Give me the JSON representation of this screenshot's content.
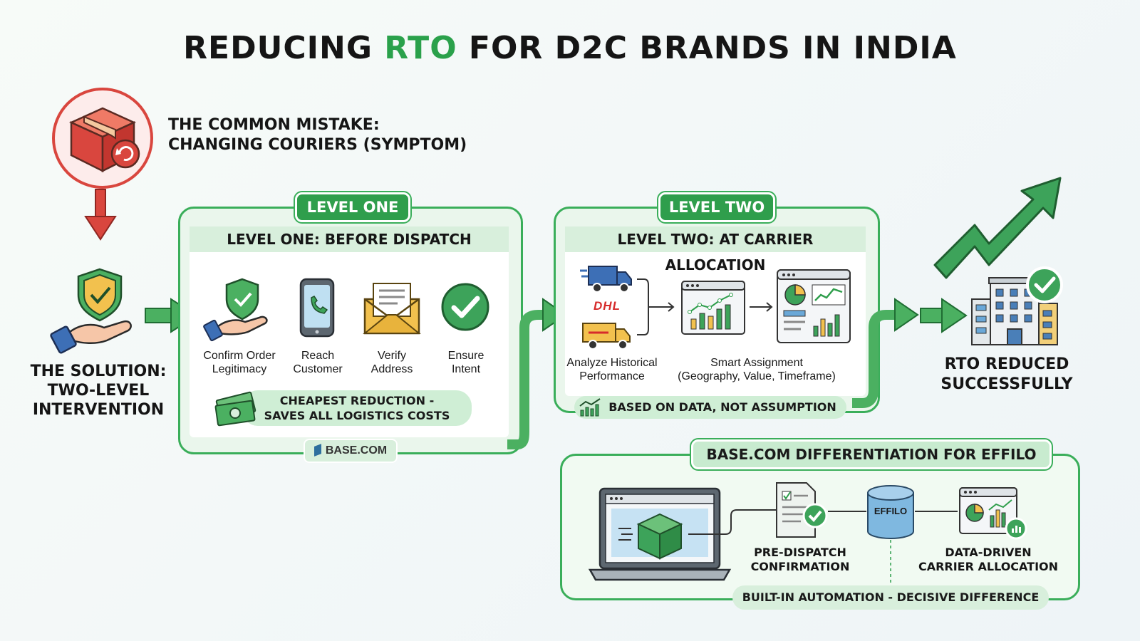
{
  "title": {
    "pre": "REDUCING ",
    "accent": "RTO",
    "post": " FOR D2C BRANDS IN INDIA"
  },
  "mistake": {
    "line1": "THE COMMON MISTAKE:",
    "line2": "CHANGING COURIERS (SYMPTOM)"
  },
  "solution": {
    "line1": "THE SOLUTION:",
    "line2": "TWO-LEVEL",
    "line3": "INTERVENTION"
  },
  "level_one": {
    "tab": "LEVEL ONE",
    "band": "LEVEL ONE: BEFORE DISPATCH",
    "steps": [
      {
        "l1": "Confirm Order",
        "l2": "Legitimacy",
        "icon": "shield-hand-icon"
      },
      {
        "l1": "Reach",
        "l2": "Customer",
        "icon": "phone-icon"
      },
      {
        "l1": "Verify",
        "l2": "Address",
        "icon": "envelope-icon"
      },
      {
        "l1": "Ensure",
        "l2": "Intent",
        "icon": "check-circle-icon"
      }
    ],
    "pill_l1": "CHEAPEST REDUCTION -",
    "pill_l2": "SAVES ALL LOGISTICS COSTS",
    "badge": "BASE.COM"
  },
  "level_two": {
    "tab": "LEVEL TWO",
    "band": "LEVEL TWO: AT CARRIER ALLOCATION",
    "carrier_label": "DHL",
    "left_l1": "Analyze Historical",
    "left_l2": "Performance",
    "right_l1": "Smart Assignment",
    "right_l2": "(Geography, Value, Timeframe)",
    "pill": "BASED ON DATA, NOT ASSUMPTION"
  },
  "result": {
    "line1": "RTO REDUCED",
    "line2": "SUCCESSFULLY"
  },
  "diff": {
    "tab": "BASE.COM DIFFERENTIATION FOR EFFILO",
    "db_label": "EFFILO",
    "pre_l1": "PRE-DISPATCH",
    "pre_l2": "CONFIRMATION",
    "data_l1": "DATA-DRIVEN",
    "data_l2": "CARRIER ALLOCATION",
    "pill": "BUILT-IN AUTOMATION - DECISIVE DIFFERENCE"
  },
  "colors": {
    "green": "#2f9e4c",
    "light_green": "#d8efdc",
    "red": "#d9463e",
    "gold": "#f2c14e",
    "blue": "#6aa8d8"
  }
}
